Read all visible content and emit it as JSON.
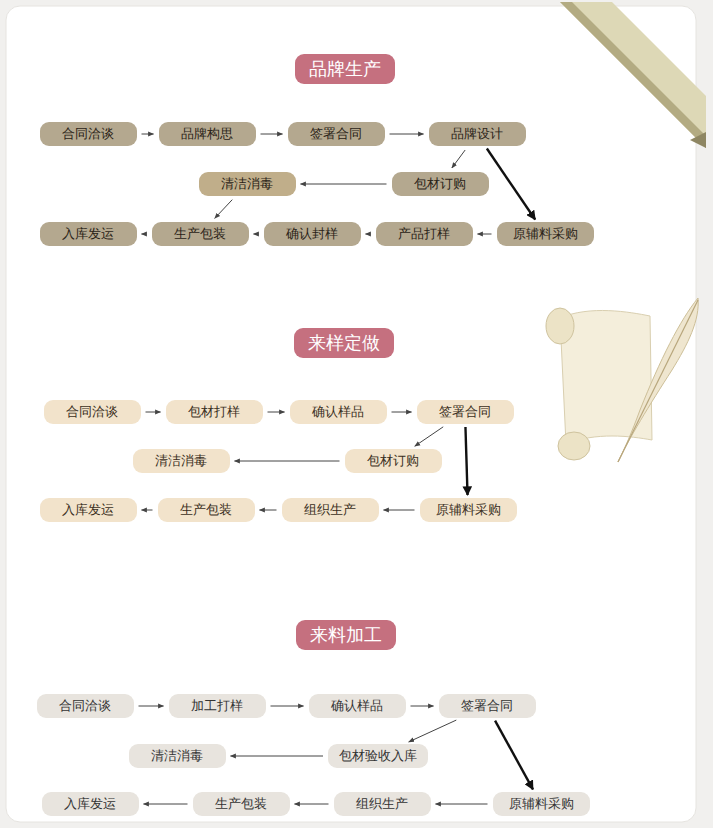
{
  "diagram": {
    "nodes": [
      {
        "text": [
          "品牌生产"
        ]
      },
      {
        "text": [
          "合同洽谈"
        ]
      },
      {
        "text": [
          "品牌构思"
        ]
      },
      {
        "text": [
          "签署合同"
        ]
      },
      {
        "text": [
          "品牌设计"
        ]
      },
      {
        "text": [
          "清洁消毒"
        ]
      },
      {
        "text": [
          "包材订购"
        ]
      },
      {
        "text": [
          "入库发运"
        ]
      },
      {
        "text": [
          "生产包装"
        ]
      },
      {
        "text": [
          "确认封样"
        ]
      },
      {
        "text": [
          "产品打样"
        ]
      },
      {
        "text": [
          "原辅料采购"
        ]
      },
      {
        "text": [
          "来样定做"
        ]
      },
      {
        "text": [
          "合同洽谈"
        ]
      },
      {
        "text": [
          "包材打样"
        ]
      },
      {
        "text": [
          "确认样品"
        ]
      },
      {
        "text": [
          "签署合同"
        ]
      },
      {
        "text": [
          "清洁消毒"
        ]
      },
      {
        "text": [
          "包材订购"
        ]
      },
      {
        "text": [
          "入库发运"
        ]
      },
      {
        "text": [
          "生产包装"
        ]
      },
      {
        "text": [
          "组织生产"
        ]
      },
      {
        "text": [
          "原辅料采购"
        ]
      },
      {
        "text": [
          "来料加工"
        ]
      },
      {
        "text": [
          "合同洽谈"
        ]
      },
      {
        "text": [
          "加工打样"
        ]
      },
      {
        "text": [
          "确认样品"
        ]
      },
      {
        "text": [
          "签署合同"
        ]
      },
      {
        "text": [
          "清洁消毒"
        ]
      },
      {
        "text": [
          "包材验收入库"
        ]
      },
      {
        "text": [
          "入库发运"
        ]
      },
      {
        "text": [
          "生产包装"
        ]
      },
      {
        "text": [
          "组织生产"
        ]
      },
      {
        "text": [
          "原辅料采购"
        ]
      }
    ],
    "edges": [
      {
        "from": 1,
        "to": 2,
        "arrow": "to"
      },
      {
        "from": 2,
        "to": 3,
        "arrow": "to"
      },
      {
        "from": 3,
        "to": 4,
        "arrow": "to"
      },
      {
        "from": 4,
        "to": 6,
        "arrow": "to"
      },
      {
        "from": 4,
        "to": 11,
        "arrow": "to"
      },
      {
        "from": 6,
        "to": 5,
        "arrow": "to"
      },
      {
        "from": 5,
        "to": 8,
        "arrow": "to"
      },
      {
        "from": 11,
        "to": 10,
        "arrow": "to"
      },
      {
        "from": 10,
        "to": 9,
        "arrow": "to"
      },
      {
        "from": 9,
        "to": 8,
        "arrow": "to"
      },
      {
        "from": 8,
        "to": 7,
        "arrow": "to"
      },
      {
        "from": 13,
        "to": 14,
        "arrow": "to"
      },
      {
        "from": 14,
        "to": 15,
        "arrow": "to"
      },
      {
        "from": 15,
        "to": 16,
        "arrow": "to"
      },
      {
        "from": 16,
        "to": 18,
        "arrow": "to"
      },
      {
        "from": 16,
        "to": 22,
        "arrow": "to"
      },
      {
        "from": 18,
        "to": 17,
        "arrow": "to"
      },
      {
        "from": 22,
        "to": 21,
        "arrow": "to"
      },
      {
        "from": 21,
        "to": 20,
        "arrow": "to"
      },
      {
        "from": 20,
        "to": 19,
        "arrow": "to"
      },
      {
        "from": 24,
        "to": 25,
        "arrow": "to"
      },
      {
        "from": 25,
        "to": 26,
        "arrow": "to"
      },
      {
        "from": 26,
        "to": 27,
        "arrow": "to"
      },
      {
        "from": 27,
        "to": 29,
        "arrow": "to"
      },
      {
        "from": 27,
        "to": 33,
        "arrow": "to"
      },
      {
        "from": 29,
        "to": 28,
        "arrow": "to"
      },
      {
        "from": 33,
        "to": 32,
        "arrow": "to"
      },
      {
        "from": 32,
        "to": 31,
        "arrow": "to"
      },
      {
        "from": 31,
        "to": 30,
        "arrow": "to"
      }
    ]
  }
}
